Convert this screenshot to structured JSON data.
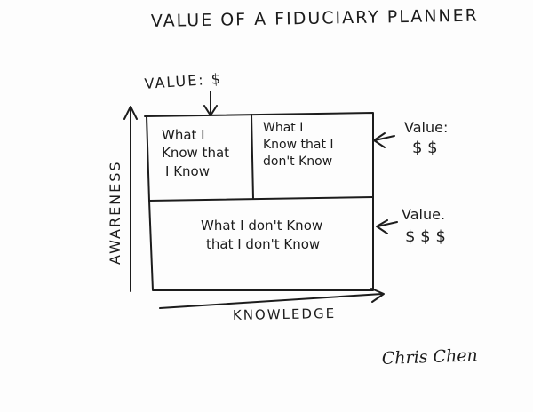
{
  "title": "VALUE OF A FIDUCIARY PLANNER",
  "quadrants": {
    "top_left": [
      "What I",
      "Know that",
      "I Know"
    ],
    "top_right": [
      "What I",
      "Know that I",
      "don't Know"
    ],
    "bottom": [
      "What I don't Know",
      "that I don't Know"
    ]
  },
  "value_labels": {
    "top_left": "VALUE: $",
    "top_right": [
      "Value:",
      "$ $"
    ],
    "bottom": [
      "Value.",
      "$ $ $"
    ]
  },
  "axes": {
    "y_label": "AWARENESS",
    "x_label": "KNOWLEDGE"
  },
  "signature": "Chris Chen",
  "colors": {
    "ink": "#1c1c1c",
    "paper": "#fdfdfd"
  }
}
